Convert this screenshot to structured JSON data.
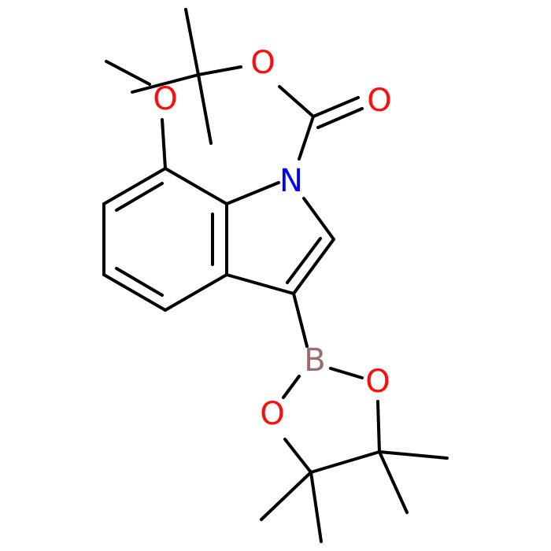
{
  "molecule": {
    "colors": {
      "bond": "#000000",
      "oxygen": "#ff0d0d",
      "nitrogen": "#0000ff",
      "boron": "#9e6b6b"
    },
    "atoms": [
      {
        "id": "o_methoxy",
        "symbol": "O",
        "element": "oxygen"
      },
      {
        "id": "o_ester",
        "symbol": "O",
        "element": "oxygen"
      },
      {
        "id": "o_carbonyl",
        "symbol": "O",
        "element": "oxygen"
      },
      {
        "id": "n_indole",
        "symbol": "N",
        "element": "nitrogen"
      },
      {
        "id": "b_boron",
        "symbol": "B",
        "element": "boron"
      },
      {
        "id": "o_dioxaborolane_right",
        "symbol": "O",
        "element": "oxygen"
      },
      {
        "id": "o_dioxaborolane_left",
        "symbol": "O",
        "element": "oxygen"
      }
    ]
  }
}
